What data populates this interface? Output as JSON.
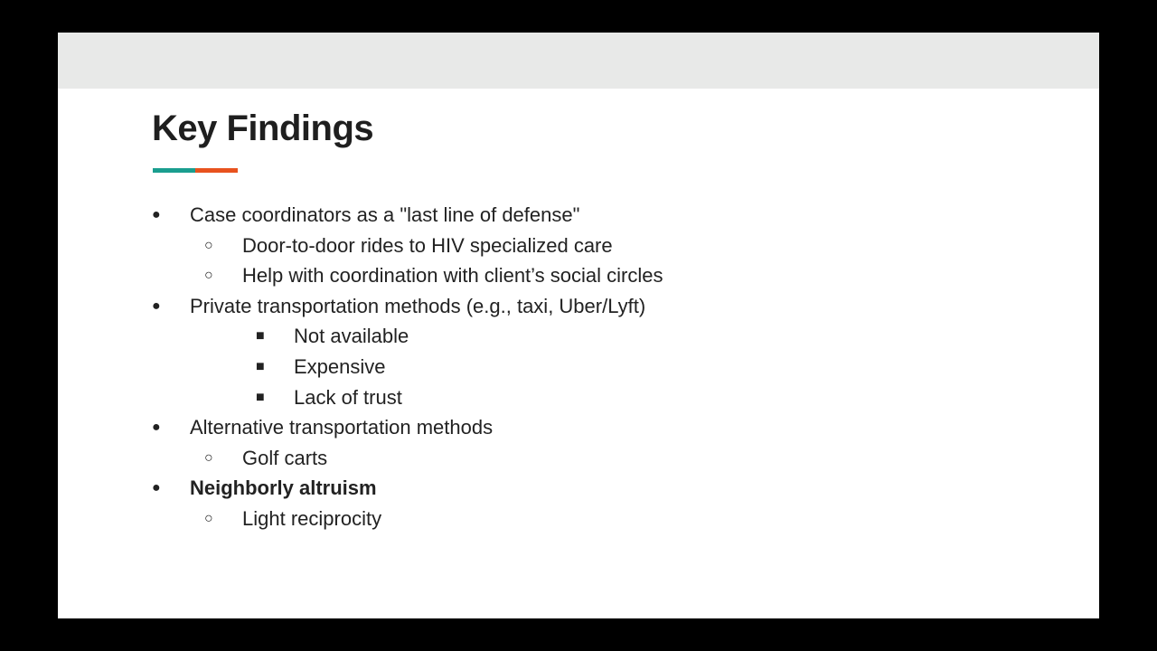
{
  "slide": {
    "title": "Key Findings",
    "accent_colors": [
      "#1a9e8f",
      "#e8521e"
    ],
    "bullets": [
      {
        "level": 1,
        "marker": "●",
        "text": "Case coordinators as a \"last line of defense\"",
        "bold": false
      },
      {
        "level": 2,
        "marker": "○",
        "text": "Door-to-door rides to HIV specialized care",
        "bold": false
      },
      {
        "level": 2,
        "marker": "○",
        "text": "Help with coordination with client’s social circles",
        "bold": false
      },
      {
        "level": 1,
        "marker": "●",
        "text": "Private transportation methods (e.g., taxi, Uber/Lyft)",
        "bold": false
      },
      {
        "level": 3,
        "marker": "■",
        "text": "Not available",
        "bold": false
      },
      {
        "level": 3,
        "marker": "■",
        "text": "Expensive",
        "bold": false
      },
      {
        "level": 3,
        "marker": "■",
        "text": "Lack of trust",
        "bold": false
      },
      {
        "level": 1,
        "marker": "●",
        "text": "Alternative transportation methods",
        "bold": false
      },
      {
        "level": 2,
        "marker": "○",
        "text": "Golf carts",
        "bold": false
      },
      {
        "level": 1,
        "marker": "●",
        "text": "Neighborly altruism",
        "bold": true
      },
      {
        "level": 2,
        "marker": "○",
        "text": "Light reciprocity",
        "bold": false
      }
    ]
  }
}
